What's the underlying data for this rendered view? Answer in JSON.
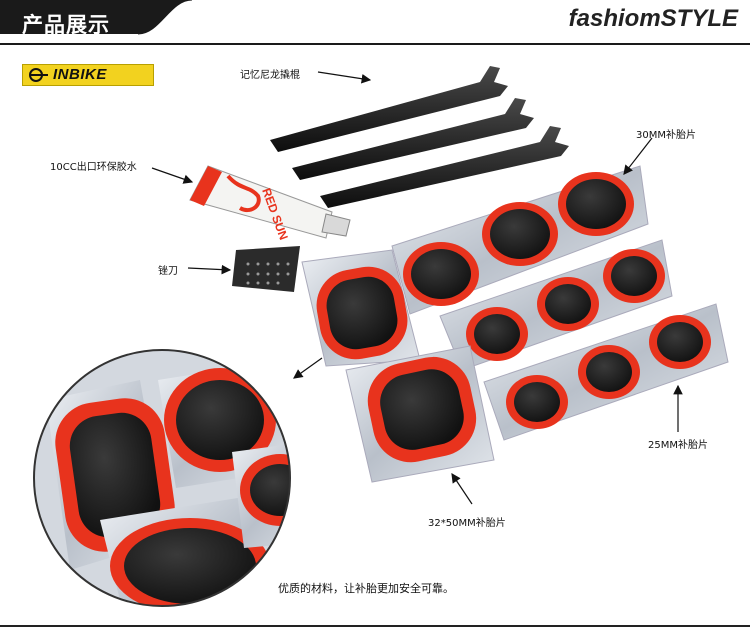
{
  "header": {
    "title": "产品展示",
    "style_text": "fashiomSTYLE"
  },
  "brand": {
    "name": "INBIKE"
  },
  "tube_text": "RED SUN",
  "labels": {
    "tire_levers": "记忆尼龙撬棍",
    "glue": "10CC出口环保胶水",
    "rasp": "锉刀",
    "patch_30mm": "30MM补胎片",
    "patch_25mm": "25MM补胎片",
    "patch_32x50mm": "32*50MM补胎片"
  },
  "caption": "优质的材料，让补胎更加安全可靠。",
  "colors": {
    "header_bg": "#1a1a1a",
    "brand_yellow": "#f2d21f",
    "patch_red": "#e8331d",
    "patch_black": "#1c1c1c",
    "foil": "#c9ced6"
  }
}
